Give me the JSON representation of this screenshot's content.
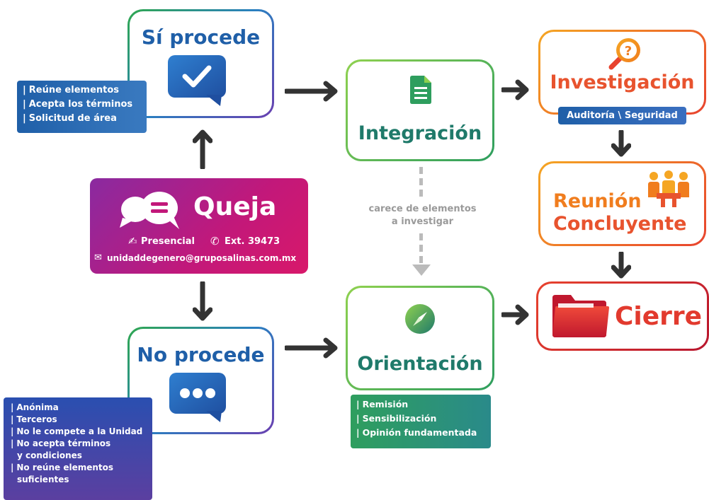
{
  "si_procede": {
    "title": "Sí procede",
    "items": [
      "Reúne elementos",
      "Acepta los términos",
      "Solicitud de área"
    ]
  },
  "queja": {
    "title": "Queja",
    "presencial": "Presencial",
    "ext": "Ext. 39473",
    "email": "unidaddegenero@gruposalinas.com.mx"
  },
  "no_procede": {
    "title": "No procede",
    "items": [
      "Anónima",
      "Terceros",
      "No le compete a la Unidad",
      "No acepta términos",
      "y condiciones",
      "No reúne elementos",
      "suficientes"
    ]
  },
  "integracion": {
    "title": "Integración"
  },
  "carece": {
    "line1": "carece de elementos",
    "line2": "a investigar"
  },
  "orientacion": {
    "title": "Orientación",
    "items": [
      "Remisión",
      "Sensibilización",
      "Opinión fundamentada"
    ]
  },
  "investigacion": {
    "title": "Investigación",
    "subtitle": "Auditoría \\ Seguridad"
  },
  "reunion": {
    "line1": "Reunión",
    "line2": "Concluyente"
  },
  "cierre": {
    "title": "Cierre"
  },
  "colors": {
    "blue": "#1f5fa8",
    "purple": "#5b3fa0",
    "green": "#2e9e5e",
    "orange": "#f07d1e",
    "red": "#e23a2e",
    "magenta": "#c2187a",
    "arrow": "#333333",
    "dashed": "#bbbbbb"
  }
}
